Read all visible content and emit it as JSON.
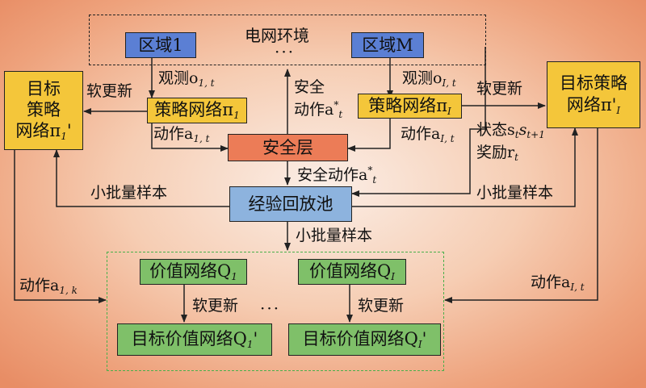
{
  "environment": {
    "label": "电网环境",
    "ellipsis": "···"
  },
  "regions": {
    "first": "区域1",
    "last": "区域M"
  },
  "target_policy_left": {
    "line1": "目标",
    "line2": "策略",
    "line3": "网络π",
    "sub": "1",
    "prime": "'"
  },
  "target_policy_right": {
    "line1": "目标策略",
    "line2": "网络π",
    "prime": "'",
    "sub": "I"
  },
  "policy_net_1": {
    "text": "策略网络π",
    "sub": "1"
  },
  "policy_net_I": {
    "text": "策略网络π",
    "sub": "I"
  },
  "safety_layer": "安全层",
  "replay_buffer": "经验回放池",
  "value_net_1": {
    "text": "价值网络Q",
    "sub": "1"
  },
  "value_net_I": {
    "text": "价值网络Q",
    "sub": "I"
  },
  "target_value_1": {
    "text": "目标价值网络Q",
    "sub": "1",
    "prime": "'"
  },
  "target_value_I": {
    "text": "目标价值网络Q",
    "sub": "I",
    "prime": "'"
  },
  "labels": {
    "soft_update": "软更新",
    "observe": "观测o",
    "observe_sub_1": "1, t",
    "observe_sub_I": "I, t",
    "action": "动作a",
    "action_sub_1t": "1, t",
    "action_sub_It": "I, t",
    "action_sub_1k": "1, k",
    "safe_action_line1": "安全",
    "safe_action_line2": "动作a",
    "safe_action_full": "安全动作a",
    "safe_sub": "t",
    "safe_sup": "*",
    "state": "状态s",
    "state_sub1": "t",
    "state_s2": "s",
    "state_sub2": "t+1",
    "reward": "奖励r",
    "reward_sub": "t",
    "minibatch": "小批量样本",
    "ellipsis": "···"
  }
}
